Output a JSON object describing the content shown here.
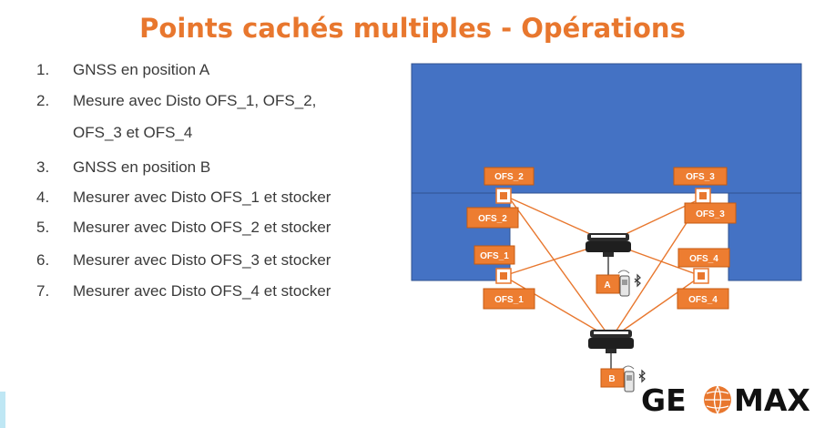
{
  "slide": {
    "title": "Points cachés multiples - Opérations",
    "steps": [
      {
        "num": "1.",
        "text": "GNSS en position A"
      },
      {
        "num": "2.",
        "text": "Mesure avec Disto OFS_1, OFS_2,"
      },
      {
        "num": "",
        "text": "OFS_3 et OFS_4"
      },
      {
        "num": "3.",
        "text": "GNSS en position B"
      },
      {
        "num": "4.",
        "text": "Mesurer avec Disto OFS_1 et stocker"
      },
      {
        "num": "5.",
        "text": "Mesurer avec Disto OFS_2 et stocker"
      },
      {
        "num": "6.",
        "text": "Mesurer avec Disto OFS_3 et stocker"
      },
      {
        "num": "7.",
        "text": "Mesurer avec Disto OFS_4 et stocker"
      }
    ]
  },
  "diagram": {
    "labels": {
      "ofs2_top": "OFS_2",
      "ofs2_bottom": "OFS_2",
      "ofs3_top": "OFS_3",
      "ofs3_bottom": "OFS_3",
      "ofs1_top": "OFS_1",
      "ofs1_bottom": "OFS_1",
      "ofs4_top": "OFS_4",
      "ofs4_bottom": "OFS_4",
      "station_a": "A",
      "station_b": "B"
    },
    "colors": {
      "building": "#4472C4",
      "accent": "#ED7D31",
      "receiver": "#2b2b2b"
    },
    "icons": [
      "gnss-receiver-icon",
      "disto-device-icon",
      "bluetooth-icon",
      "target-marker-icon"
    ]
  },
  "logo": {
    "text": "GEOMAX"
  }
}
